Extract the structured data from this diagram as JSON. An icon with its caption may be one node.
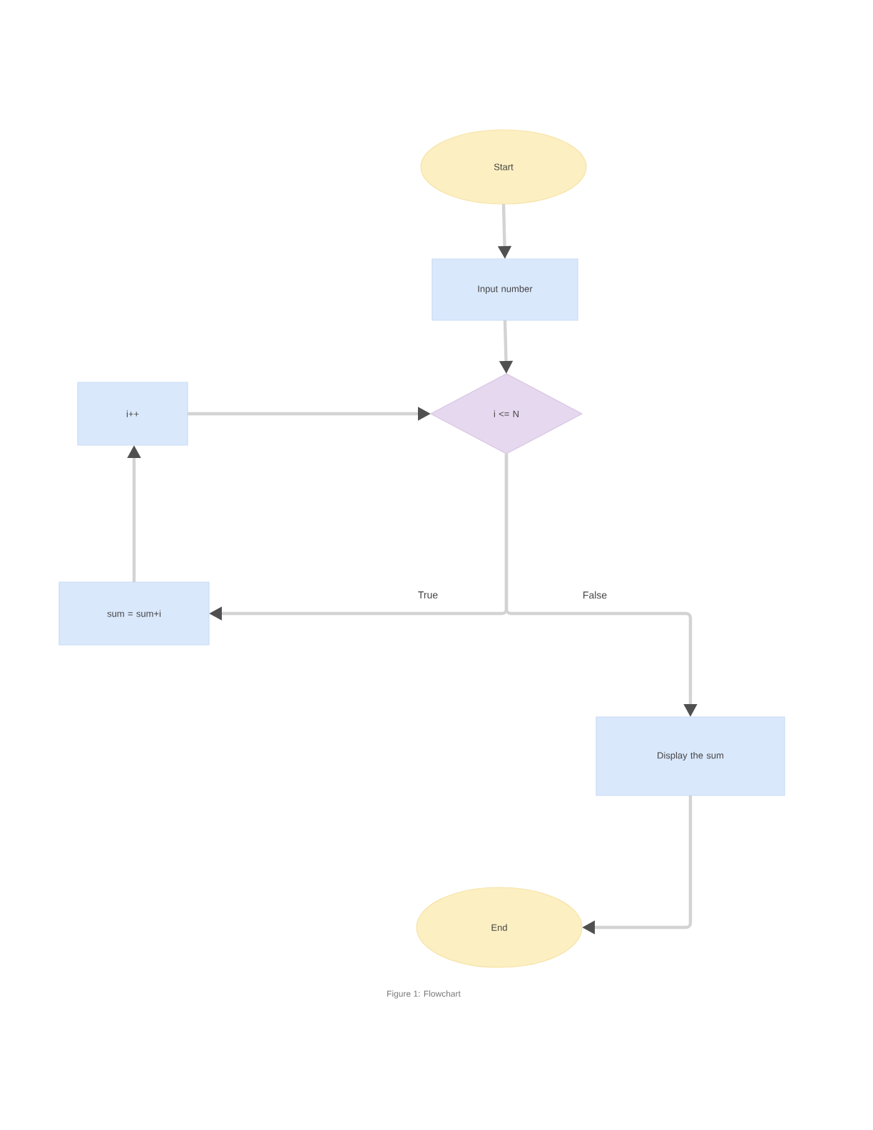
{
  "diagram": {
    "caption": "Figure 1: Flowchart",
    "nodes": [
      {
        "text": [
          "Start"
        ]
      },
      {
        "text": [
          "Input number"
        ]
      },
      {
        "text": [
          "i <= N"
        ]
      },
      {
        "text": [
          "i++"
        ]
      },
      {
        "text": [
          "sum = sum+i"
        ]
      },
      {
        "text": [
          "Display the sum"
        ]
      },
      {
        "text": [
          "End"
        ]
      }
    ],
    "edges": [
      {
        "from": 0,
        "to": 1,
        "arrow": "to"
      },
      {
        "from": 1,
        "to": 2,
        "arrow": "to"
      },
      {
        "from": 3,
        "to": 2,
        "arrow": "to"
      },
      {
        "from": 2,
        "to": 4,
        "arrow": "to",
        "label": "True"
      },
      {
        "from": 2,
        "to": 5,
        "arrow": "to",
        "label": "False"
      },
      {
        "from": 4,
        "to": 3,
        "arrow": "to"
      },
      {
        "from": 5,
        "to": 6,
        "arrow": "to"
      }
    ]
  }
}
